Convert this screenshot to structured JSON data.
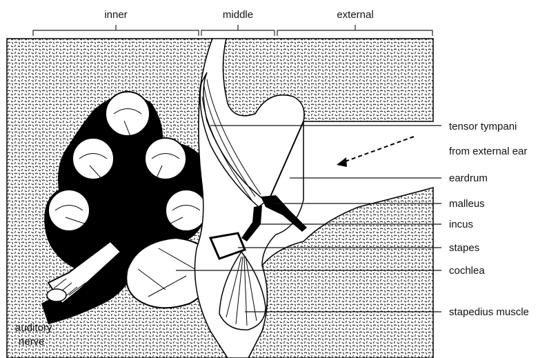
{
  "regions": {
    "inner": "inner",
    "middle": "middle",
    "external": "external"
  },
  "callouts": {
    "tensor_tympani": "tensor tympani",
    "from_external_ear": "from external ear",
    "eardrum": "eardrum",
    "malleus": "malleus",
    "incus": "incus",
    "stapes": "stapes",
    "cochlea": "cochlea",
    "stapedius_muscle": "stapedius muscle",
    "auditory_nerve_line1": "auditory",
    "auditory_nerve_line2": "nerve"
  },
  "colors": {
    "ink": "#000000",
    "paper": "#ffffff",
    "bone_texture": "#cfcfcf"
  }
}
